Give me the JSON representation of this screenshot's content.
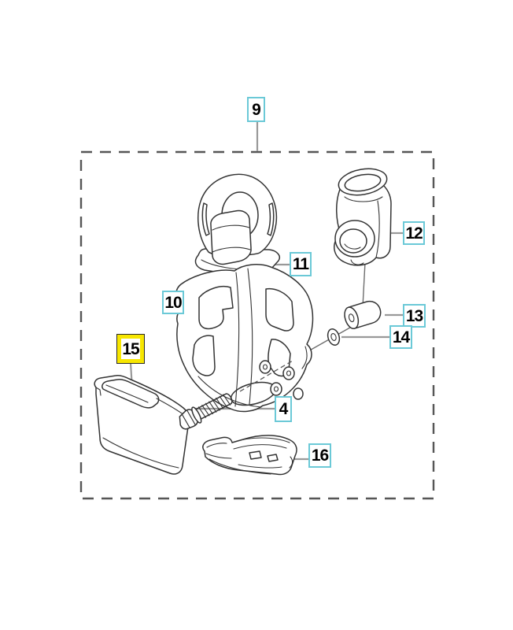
{
  "diagram": {
    "kind": "exploded-parts-diagram",
    "colors": {
      "callout_border": "#6bc9d7",
      "highlight_border": "#f7e600",
      "callout_text": "#000000",
      "leader_line": "#999999",
      "frame_dash": "#565656",
      "line_art": "#333333",
      "background": "#ffffff"
    },
    "frame": {
      "style": "dashed-rectangle"
    },
    "callouts": [
      {
        "text": "9",
        "highlighted": false
      },
      {
        "text": "10",
        "highlighted": false
      },
      {
        "text": "11",
        "highlighted": false
      },
      {
        "text": "12",
        "highlighted": false
      },
      {
        "text": "13",
        "highlighted": false
      },
      {
        "text": "14",
        "highlighted": false
      },
      {
        "text": "15",
        "highlighted": true
      },
      {
        "text": "4",
        "highlighted": false
      },
      {
        "text": "16",
        "highlighted": false
      }
    ]
  }
}
